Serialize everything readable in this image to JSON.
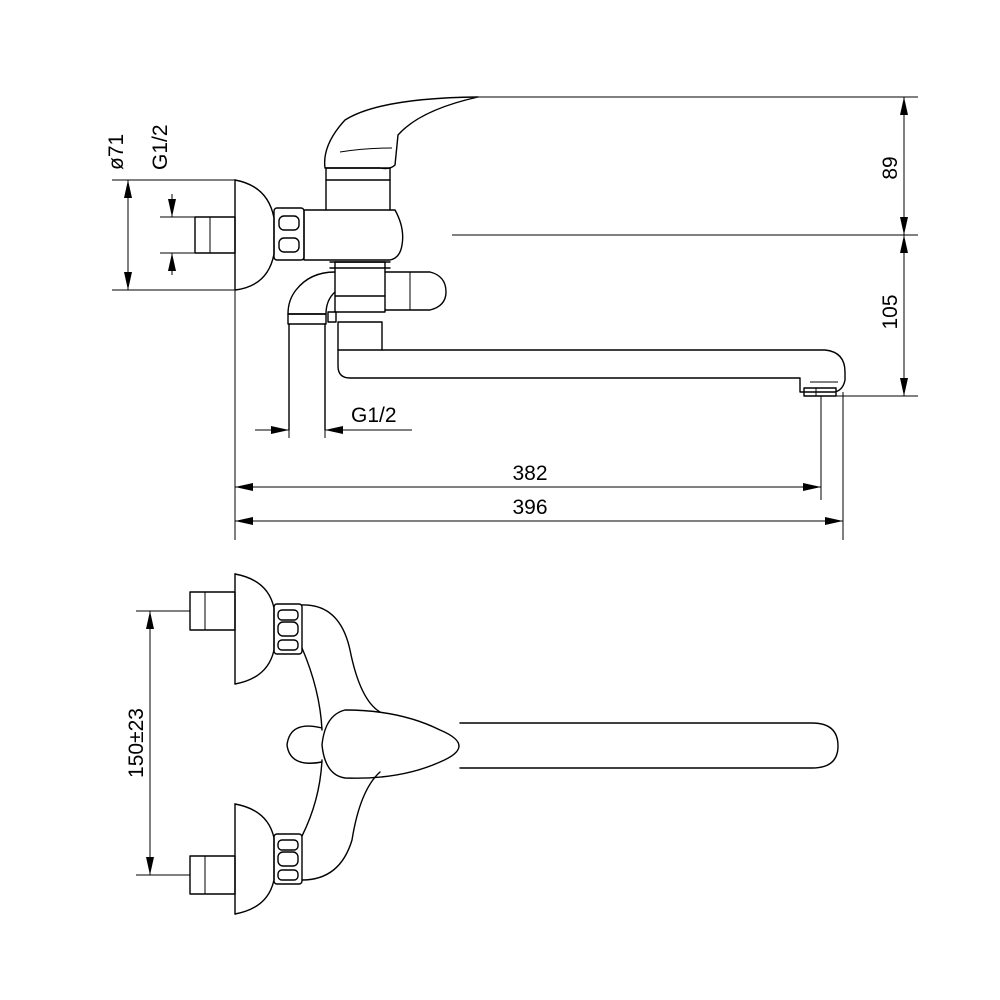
{
  "drawing": {
    "dimensions": {
      "d_flange": "ø71",
      "g_top": "G1/2",
      "g_bottom": "G1/2",
      "h_89": "89",
      "h_105": "105",
      "w_382": "382",
      "w_396": "396",
      "spacing": "150±23"
    }
  }
}
